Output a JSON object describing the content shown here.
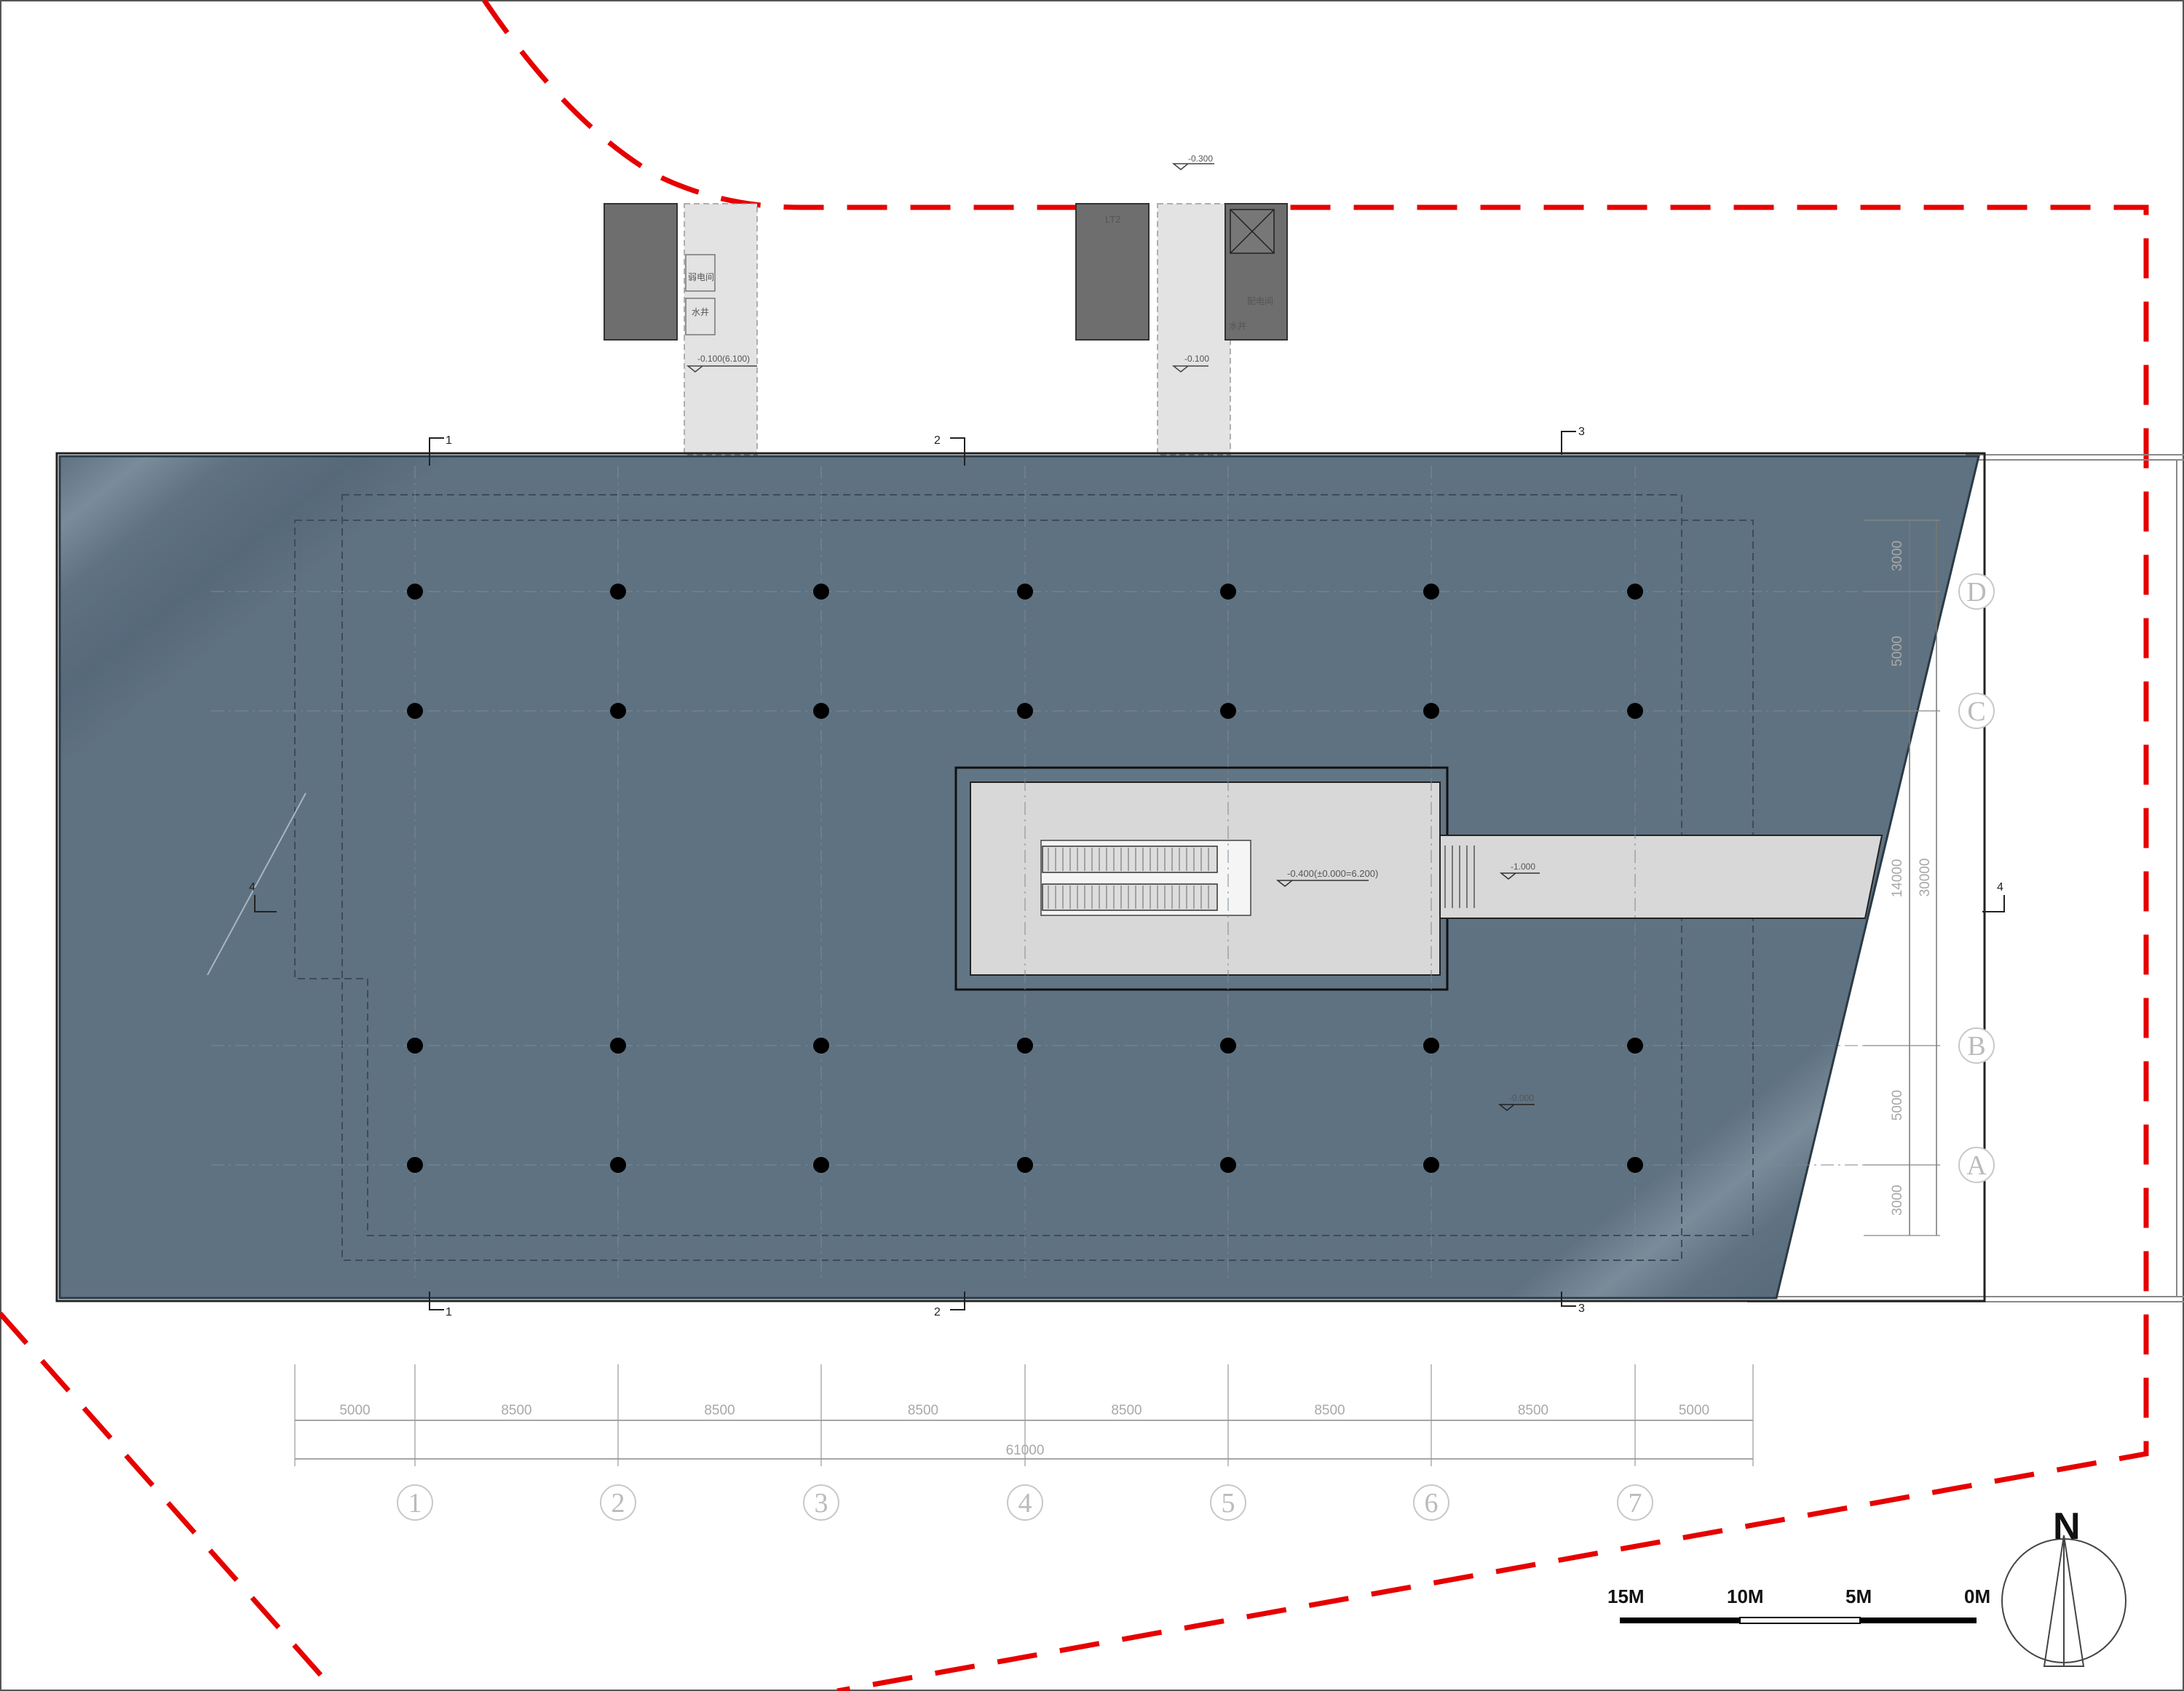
{
  "colors": {
    "boundary": "#e60000",
    "roof": "#627584",
    "roof_light": "#8899a6",
    "column": "#000000",
    "shaft": "#6e6e6e",
    "corridor": "#e3e3e3",
    "dim_line": "#8a8a8a"
  },
  "column_axes": [
    "1",
    "2",
    "3",
    "4",
    "5",
    "6",
    "7"
  ],
  "row_axes": [
    "D",
    "C",
    "B",
    "A"
  ],
  "dimensions": {
    "bottom": [
      "5000",
      "8500",
      "8500",
      "8500",
      "8500",
      "8500",
      "8500",
      "5000"
    ],
    "bottom_total": "61000",
    "right": [
      "3000",
      "5000",
      "14000",
      "5000",
      "3000"
    ],
    "right_total": "30000"
  },
  "section_marks": {
    "s1": "1",
    "s2": "2",
    "s3": "3",
    "s4": "4"
  },
  "rooms": {
    "left_block": {
      "room_a": "弱电间",
      "room_b": "水井"
    },
    "right_block": {
      "lift": "LT2",
      "room_a": "配电间",
      "room_b": "水井"
    }
  },
  "elevations": {
    "top_road": "-0.300",
    "left_corridor": "-0.100(6.100)",
    "right_corridor": "-0.100",
    "escalator_pit": "-0.400(±0.000=6.200)",
    "east_corridor": "-1.000",
    "roof": "-0.000"
  },
  "scale_bar": {
    "labels": [
      "15M",
      "10M",
      "5M",
      "0M"
    ]
  },
  "north_arrow": {
    "label": "N"
  }
}
